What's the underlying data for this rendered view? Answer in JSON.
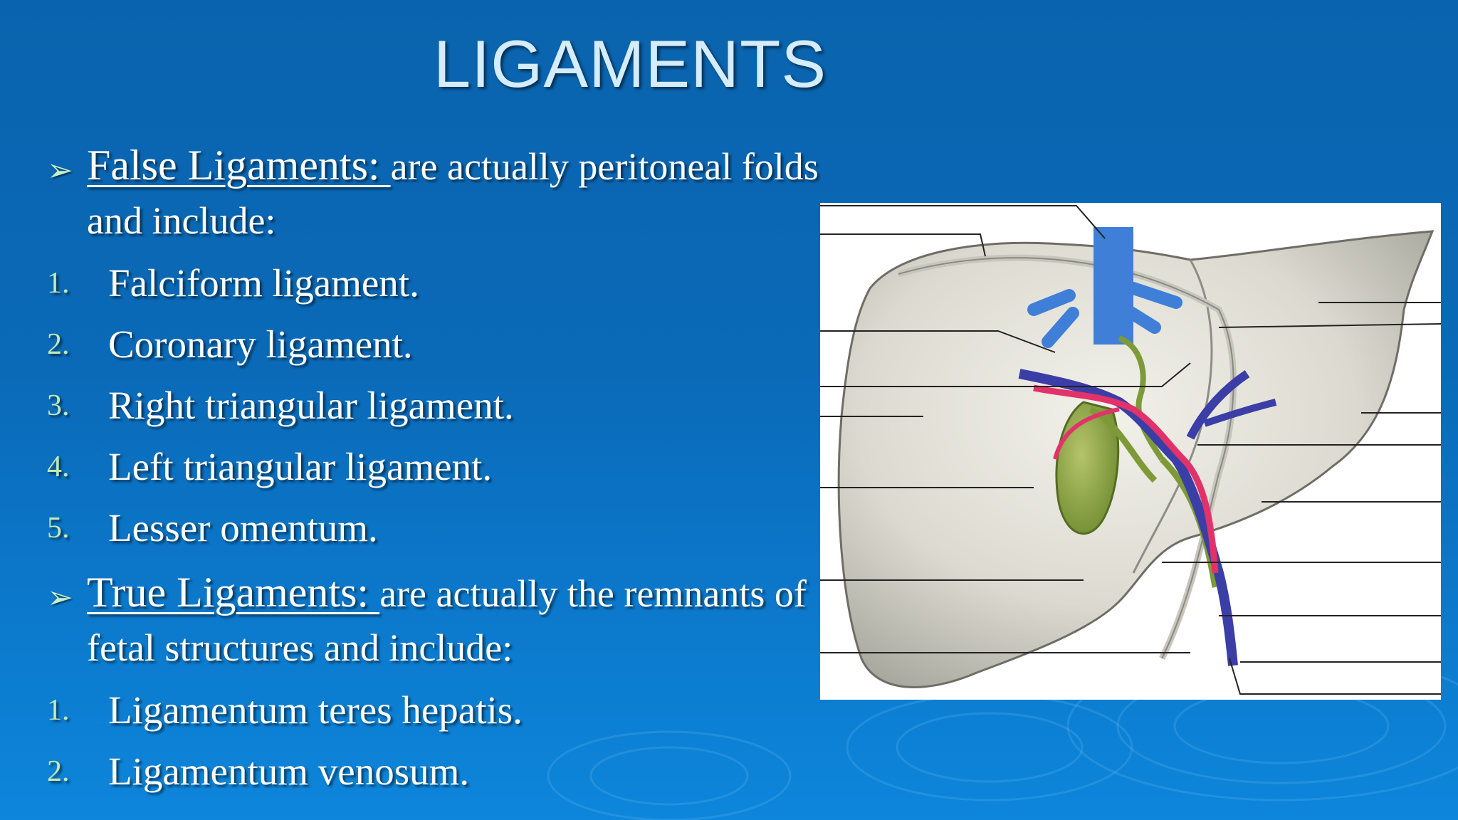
{
  "slide": {
    "title": "LIGAMENTS",
    "sections": [
      {
        "term": "False Ligaments: ",
        "description": "are actually peritoneal folds and include:",
        "items": [
          {
            "number": "1.",
            "text": "Falciform ligament."
          },
          {
            "number": "2.",
            "text": "Coronary ligament."
          },
          {
            "number": "3.",
            "text": "Right triangular ligament."
          },
          {
            "number": "4.",
            "text": "Left triangular ligament."
          },
          {
            "number": "5.",
            "text": "Lesser omentum."
          }
        ]
      },
      {
        "term": "True Ligaments: ",
        "description": "are actually the remnants of fetal structures and include:",
        "items": [
          {
            "number": "1.",
            "text": "Ligamentum teres hepatis."
          },
          {
            "number": "2.",
            "text": "Ligamentum venosum."
          }
        ]
      }
    ],
    "figure": {
      "icon": "liver-anatomy-diagram"
    },
    "colors": {
      "background": "#0a6ab8",
      "title": "#d4ecfb",
      "bullet": "#c8f0c8",
      "text": "#ffffff"
    }
  }
}
